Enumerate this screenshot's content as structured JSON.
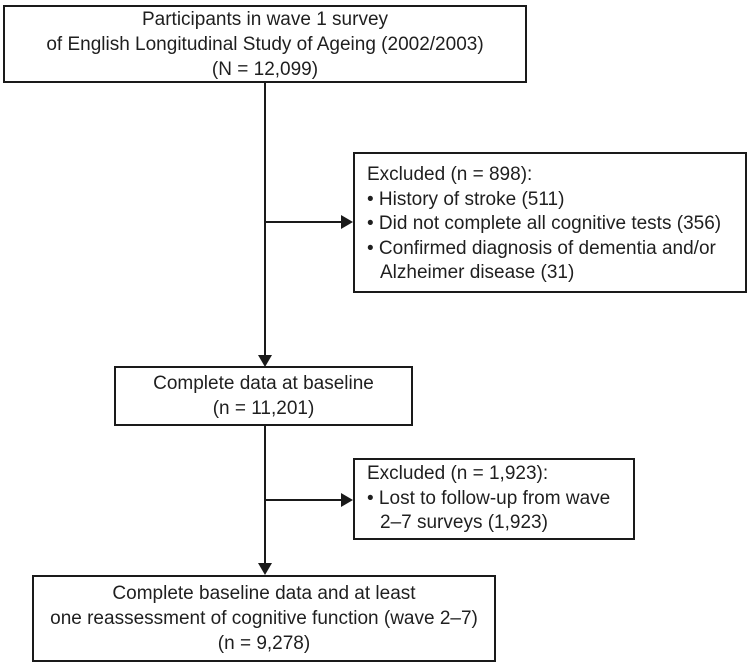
{
  "figure": {
    "type": "participant-flow-diagram",
    "background_color": "#ffffff",
    "border_color": "#1a1a1a",
    "text_color": "#1f1f1f"
  },
  "boxes": {
    "wave1": {
      "lines": [
        "Participants in wave 1 survey",
        "of English Longitudinal Study of Ageing (2002/2003)",
        "(N = 12,099)"
      ]
    },
    "excluded1": {
      "heading": "Excluded (n = 898):",
      "bullet_lines": [
        "• History of stroke (511)",
        "• Did not complete all cognitive tests (356)",
        "• Confirmed diagnosis of dementia and/or"
      ],
      "continuation": "Alzheimer disease (31)"
    },
    "baseline": {
      "lines": [
        "Complete data at baseline",
        "(n = 11,201)"
      ]
    },
    "excluded2": {
      "heading": "Excluded (n = 1,923):",
      "bullet_lines": [
        "• Lost to follow-up from wave"
      ],
      "continuation": "2–7 surveys (1,923)"
    },
    "final": {
      "lines": [
        "Complete baseline data and at least",
        "one reassessment of cognitive function (wave 2–7)",
        "(n = 9,278)"
      ]
    }
  }
}
